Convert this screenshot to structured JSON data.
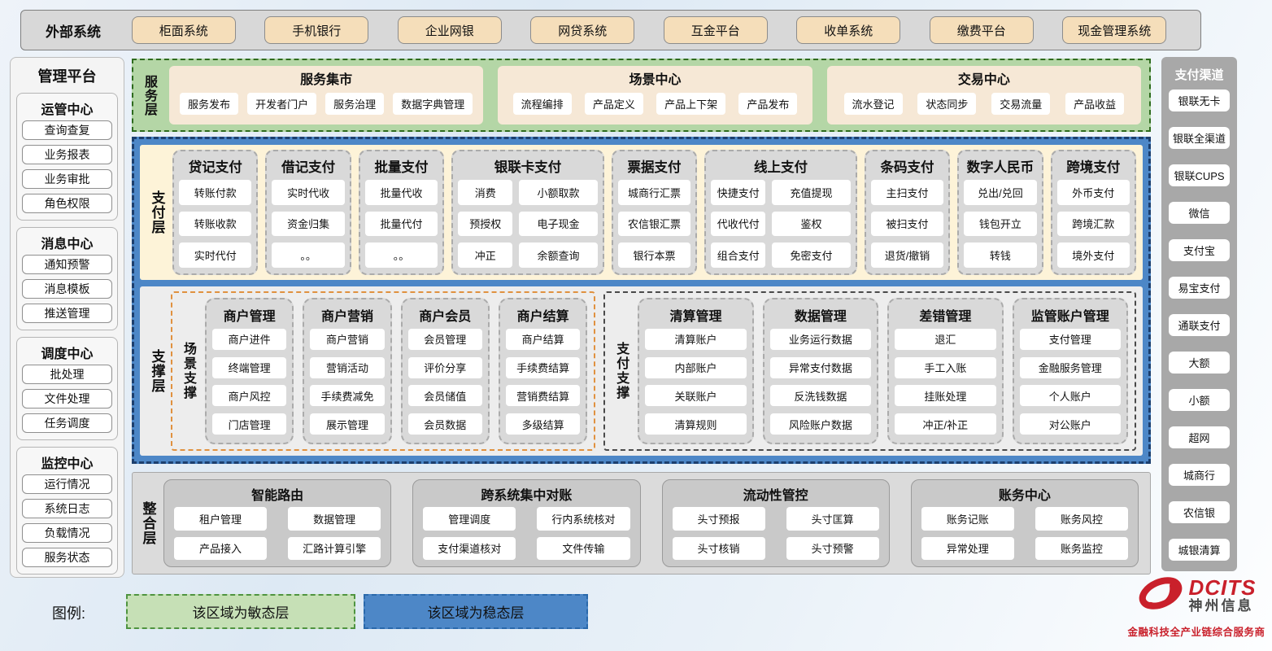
{
  "external_systems": {
    "label": "外部系统",
    "items": [
      "柜面系统",
      "手机银行",
      "企业网银",
      "网贷系统",
      "互金平台",
      "收单系统",
      "缴费平台",
      "现金管理系统"
    ]
  },
  "management_platform": {
    "title": "管理平台",
    "groups": [
      {
        "title": "运管中心",
        "items": [
          "查询查复",
          "业务报表",
          "业务审批",
          "角色权限"
        ]
      },
      {
        "title": "消息中心",
        "items": [
          "通知预警",
          "消息模板",
          "推送管理"
        ]
      },
      {
        "title": "调度中心",
        "items": [
          "批处理",
          "文件处理",
          "任务调度"
        ]
      },
      {
        "title": "监控中心",
        "items": [
          "运行情况",
          "系统日志",
          "负载情况",
          "服务状态"
        ]
      }
    ]
  },
  "service_layer": {
    "label": "服务层",
    "groups": [
      {
        "title": "服务集市",
        "items": [
          "服务发布",
          "开发者门户",
          "服务治理",
          "数据字典管理"
        ]
      },
      {
        "title": "场景中心",
        "items": [
          "流程编排",
          "产品定义",
          "产品上下架",
          "产品发布"
        ]
      },
      {
        "title": "交易中心",
        "items": [
          "流水登记",
          "状态同步",
          "交易流量",
          "产品收益"
        ]
      }
    ]
  },
  "payment_layer": {
    "label": "支付层",
    "columns": [
      {
        "title": "贷记支付",
        "cols": "1",
        "items": [
          "转账付款",
          "转账收款",
          "实时代付"
        ]
      },
      {
        "title": "借记支付",
        "cols": "1",
        "items": [
          "实时代收",
          "资金归集",
          "。。"
        ]
      },
      {
        "title": "批量支付",
        "cols": "1",
        "items": [
          "批量代收",
          "批量代付",
          "。。"
        ]
      },
      {
        "title": "银联卡支付",
        "cols": "2",
        "items": [
          "消费",
          "小额取款",
          "预授权",
          "电子现金",
          "冲正",
          "余额查询"
        ]
      },
      {
        "title": "票据支付",
        "cols": "1",
        "items": [
          "城商行汇票",
          "农信银汇票",
          "银行本票"
        ]
      },
      {
        "title": "线上支付",
        "cols": "2",
        "items": [
          "快捷支付",
          "充值提现",
          "代收代付",
          "鉴权",
          "组合支付",
          "免密支付"
        ]
      },
      {
        "title": "条码支付",
        "cols": "1",
        "items": [
          "主扫支付",
          "被扫支付",
          "退货/撤销"
        ]
      },
      {
        "title": "数字人民币",
        "cols": "1",
        "items": [
          "兑出/兑回",
          "钱包开立",
          "转钱"
        ]
      },
      {
        "title": "跨境支付",
        "cols": "1",
        "items": [
          "外币支付",
          "跨境汇款",
          "境外支付"
        ]
      }
    ]
  },
  "support_layer": {
    "label": "支撑层",
    "scene_support": {
      "label": "场景支撑",
      "columns": [
        {
          "title": "商户管理",
          "items": [
            "商户进件",
            "终端管理",
            "商户风控",
            "门店管理"
          ]
        },
        {
          "title": "商户营销",
          "items": [
            "商户营销",
            "营销活动",
            "手续费减免",
            "展示管理"
          ]
        },
        {
          "title": "商户会员",
          "items": [
            "会员管理",
            "评价分享",
            "会员储值",
            "会员数据"
          ]
        },
        {
          "title": "商户结算",
          "items": [
            "商户结算",
            "手续费结算",
            "营销费结算",
            "多级结算"
          ]
        }
      ]
    },
    "payment_support": {
      "label": "支付支撑",
      "columns": [
        {
          "title": "清算管理",
          "items": [
            "清算账户",
            "内部账户",
            "关联账户",
            "清算规则"
          ]
        },
        {
          "title": "数据管理",
          "items": [
            "业务运行数据",
            "异常支付数据",
            "反洗钱数据",
            "风险账户数据"
          ]
        },
        {
          "title": "差错管理",
          "items": [
            "退汇",
            "手工入账",
            "挂账处理",
            "冲正/补正"
          ]
        },
        {
          "title": "监管账户管理",
          "items": [
            "支付管理",
            "金融服务管理",
            "个人账户",
            "对公账户"
          ]
        }
      ]
    }
  },
  "integration_layer": {
    "label": "整合层",
    "groups": [
      {
        "title": "智能路由",
        "items": [
          "租户管理",
          "数据管理",
          "产品接入",
          "汇路计算引擎"
        ]
      },
      {
        "title": "跨系统集中对账",
        "items": [
          "管理调度",
          "行内系统核对",
          "支付渠道核对",
          "文件传输"
        ]
      },
      {
        "title": "流动性管控",
        "items": [
          "头寸预报",
          "头寸匡算",
          "头寸核销",
          "头寸预警"
        ]
      },
      {
        "title": "账务中心",
        "items": [
          "账务记账",
          "账务风控",
          "异常处理",
          "账务监控"
        ]
      }
    ]
  },
  "payment_channels": {
    "title": "支付渠道",
    "items": [
      "银联无卡",
      "银联全渠道",
      "银联CUPS",
      "微信",
      "支付宝",
      "易宝支付",
      "通联支付",
      "大额",
      "小额",
      "超网",
      "城商行",
      "农信银",
      "城银清算"
    ]
  },
  "legend": {
    "label": "图例:",
    "agile": "该区域为敏态层",
    "stable": "该区域为稳态层"
  },
  "logo": {
    "brand": "DCITS",
    "company": "神州信息",
    "tagline": "金融科技全产业链综合服务商"
  },
  "colors": {
    "agile_green": "#b4d6a6",
    "agile_green_border": "#2e6b1e",
    "stable_blue": "#4d87c7",
    "stable_blue_border": "#1c3f6e",
    "tan_button": "#f5deba",
    "cream_band": "#fdf3d8",
    "gray_column": "#d9d9d9",
    "scene_support_border": "#e0913f",
    "channel_panel_gray": "#a8a8a8",
    "brand_red": "#c9202b"
  }
}
